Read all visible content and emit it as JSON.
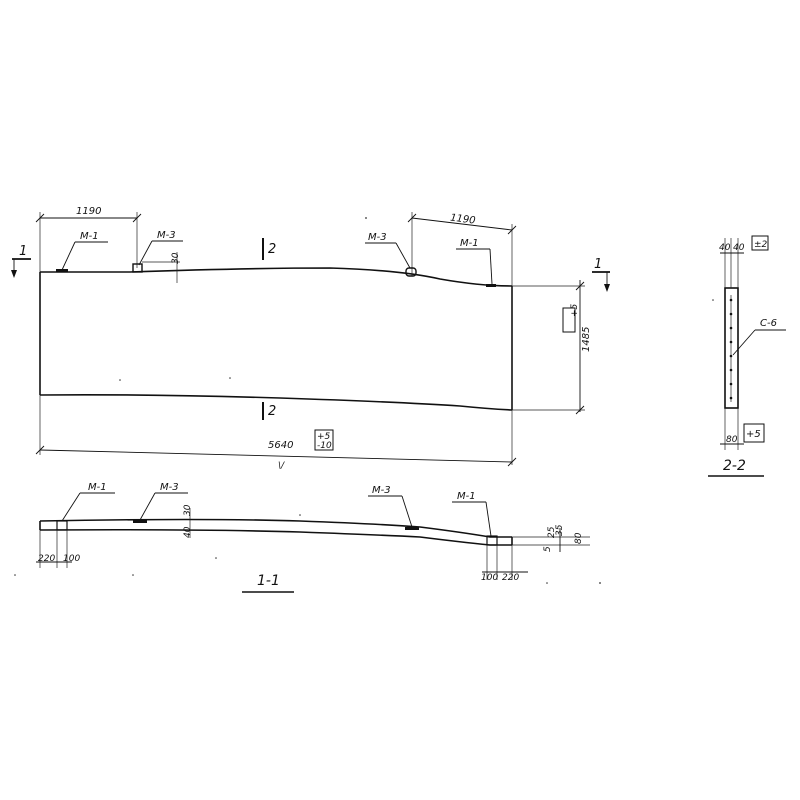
{
  "drawing": {
    "plan": {
      "dim_left": "1190",
      "dim_right": "1190",
      "label_m1_left": "М-1",
      "label_m3_left": "М-3",
      "label_m3_right": "М-3",
      "label_m1_right": "М-1",
      "small_dim": "30",
      "cut_2_top": "2",
      "cut_2_bottom": "2",
      "cut_1_left": "1",
      "cut_1_right": "1",
      "height_dim": "1485",
      "height_tol": "+5",
      "length_dim": "5640",
      "length_tol_plus": "+5",
      "length_tol_minus": "-10",
      "stray_mark": "\\/"
    },
    "section_1_1": {
      "title": "1-1",
      "label_m1_left": "М-1",
      "label_m3_left": "М-3",
      "label_m3_right": "М-3",
      "label_m1_right": "М-1",
      "dim_220_left": "220",
      "dim_100_left": "100",
      "dim_100_right": "100",
      "dim_220_right": "220",
      "dim_30": "30",
      "dim_40": "40",
      "dim_5": "5",
      "dim_25": "25",
      "dim_35": "35",
      "dim_80": "80"
    },
    "section_2_2": {
      "title": "2-2",
      "dim_40_a": "40",
      "dim_40_b": "40",
      "tol_top": "±2",
      "label_c6": "С-6",
      "dim_bottom": "80",
      "tol_bottom": "+5"
    }
  }
}
